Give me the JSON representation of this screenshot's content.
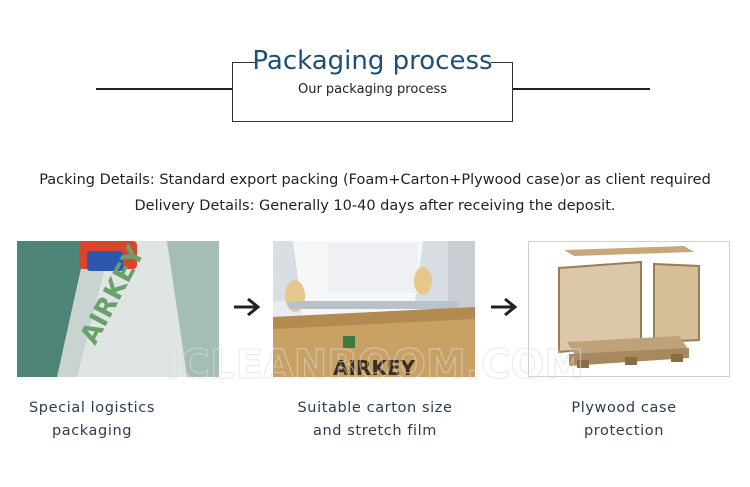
{
  "header": {
    "title": "Packaging process",
    "subtitle": "Our packaging process"
  },
  "details": {
    "packing": "Packing Details: Standard export packing (Foam+Carton+Plywood case)or as client required",
    "delivery": "Delivery Details: Generally 10-40 days after receiving the deposit."
  },
  "steps": [
    {
      "line1": "Special logistics",
      "line2": "packaging",
      "photo_text": "AIRKEY"
    },
    {
      "line1": "Suitable carton size",
      "line2": "and stretch film",
      "photo_text": "AIRKEY"
    },
    {
      "line1": "Plywood case",
      "line2": "protection"
    }
  ],
  "watermark": "ICLEANROOM.COM",
  "colors": {
    "title": "#1d4f7a",
    "caption": "#2a3d55",
    "line": "#222222"
  },
  "icons": [
    "right-arrow-icon",
    "right-arrow-icon"
  ]
}
